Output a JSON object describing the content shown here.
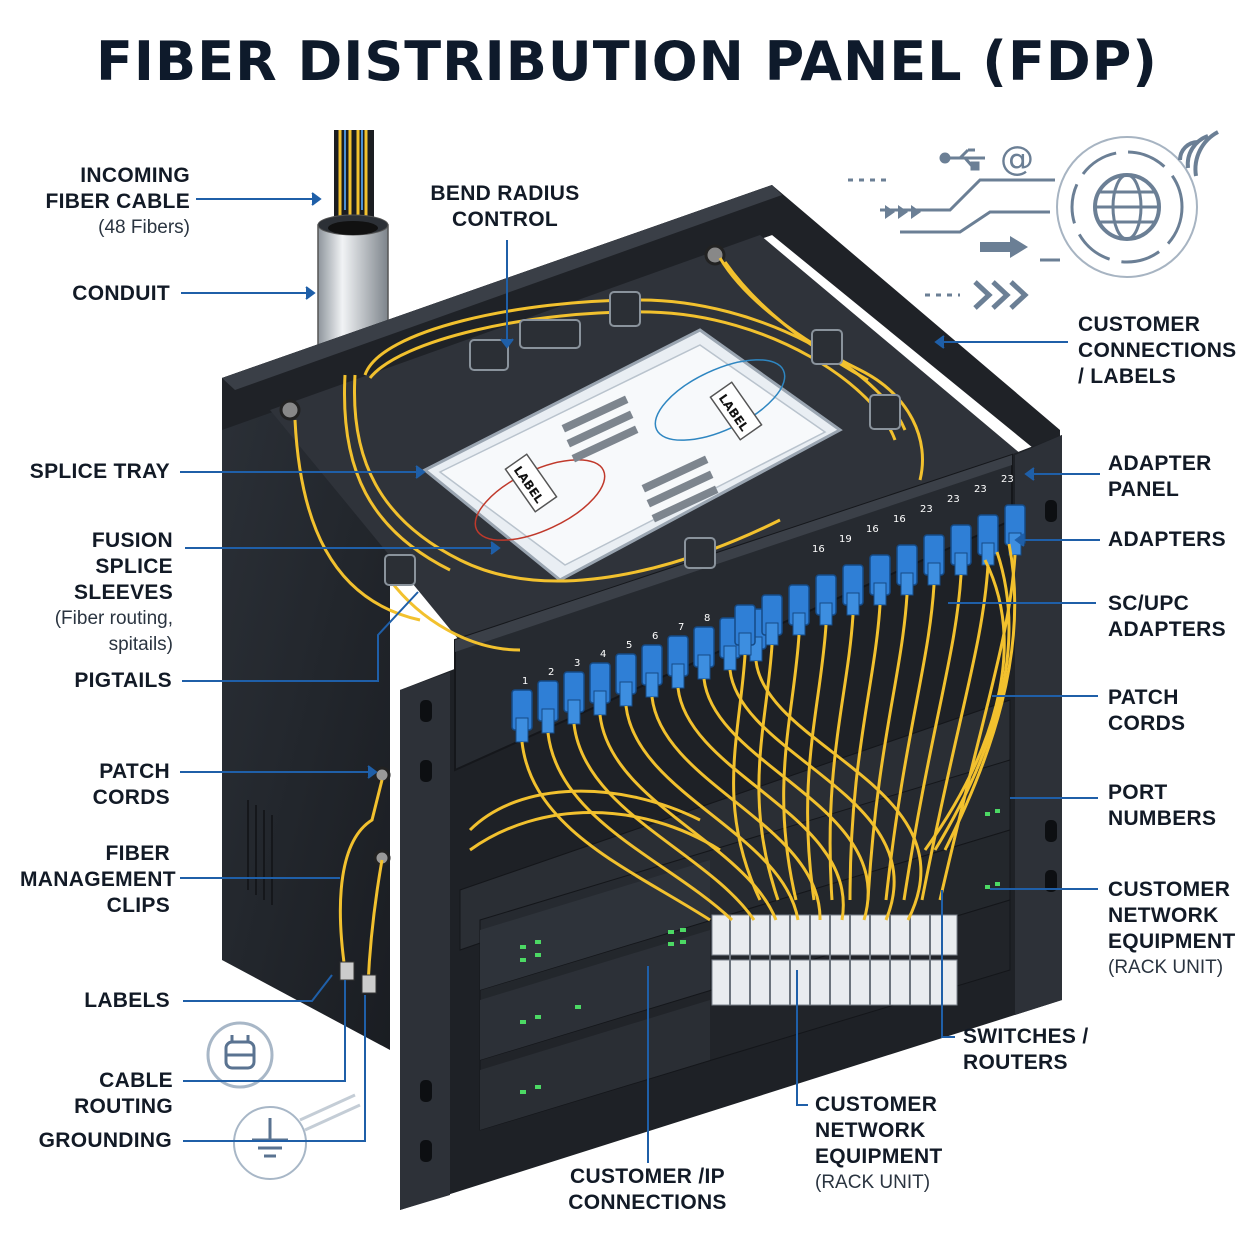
{
  "title": "FIBER DISTRIBUTION PANEL (FDP)",
  "callouts": {
    "incoming_fiber_cable": {
      "lines": [
        "INCOMING",
        "FIBER CABLE"
      ],
      "sub": [
        "(48 Fibers)"
      ]
    },
    "conduit": {
      "lines": [
        "CONDUIT"
      ]
    },
    "bend_radius_control": {
      "lines": [
        "BEND RADIUS",
        "CONTROL"
      ]
    },
    "splice_tray": {
      "lines": [
        "SPLICE TRAY"
      ]
    },
    "fusion_splice_sleeves": {
      "lines": [
        "FUSION SPLICE",
        "SLEEVES"
      ],
      "sub": [
        "(Fiber routing,",
        "spitails)"
      ]
    },
    "pigtails": {
      "lines": [
        "PIGTAILS"
      ]
    },
    "patch_cords_left": {
      "lines": [
        "PATCH CORDS"
      ]
    },
    "fiber_management_clips": {
      "lines": [
        "FIBER",
        "MANAGEMENT",
        "CLIPS"
      ]
    },
    "labels": {
      "lines": [
        "LABELS"
      ]
    },
    "cable_routing": {
      "lines": [
        "CABLE ROUTING"
      ]
    },
    "grounding": {
      "lines": [
        "GROUNDING"
      ]
    },
    "customer_connections_labels": {
      "lines": [
        "CUSTOMER",
        "CONNECTIONS",
        "/ LABELS"
      ]
    },
    "adapter_panel": {
      "lines": [
        "ADAPTER",
        "PANEL"
      ]
    },
    "adapters": {
      "lines": [
        "ADAPTERS"
      ]
    },
    "sc_upc_adapters": {
      "lines": [
        "SC/UPC",
        "ADAPTERS"
      ]
    },
    "patch_cords_right": {
      "lines": [
        "PATCH",
        "CORDS"
      ]
    },
    "port_numbers": {
      "lines": [
        "PORT",
        "NUMBERS"
      ]
    },
    "customer_network_equipment_right": {
      "lines": [
        "CUSTOMER",
        "NETWORK",
        "EQUIPMENT"
      ],
      "sub": [
        "(RACK UNIT)"
      ]
    },
    "switches_routers": {
      "lines": [
        "SWITCHES /",
        "ROUTERS"
      ]
    },
    "customer_network_equipment_bottom": {
      "lines": [
        "CUSTOMER",
        "NETWORK",
        "EQUIPMENT"
      ],
      "sub": [
        "(RACK UNIT)"
      ]
    },
    "customer_ip_connections": {
      "lines": [
        "CUSTOMER /IP",
        "CONNECTIONS"
      ]
    }
  },
  "tray_labels": [
    "LABEL",
    "LABEL"
  ],
  "port_numbers_front": [
    "1",
    "2",
    "3",
    "4",
    "5",
    "6",
    "7",
    "8"
  ],
  "port_numbers_top": [
    "16",
    "19",
    "16",
    "16",
    "23",
    "23",
    "23",
    "23"
  ],
  "icon_at_symbol": "@",
  "colors": {
    "title": "#0e1a2b",
    "callout_line": "#1f5fa8",
    "cabinet": "#23272d",
    "fiber": "#f2c12e",
    "adapter": "#2f7fd6",
    "tray": "#e9eef3",
    "led": "#4cd964"
  },
  "icons": [
    "usb-icon",
    "at-icon",
    "globe-icon",
    "wifi-icon",
    "arrow-icon",
    "cable-routing-icon",
    "ground-icon"
  ]
}
